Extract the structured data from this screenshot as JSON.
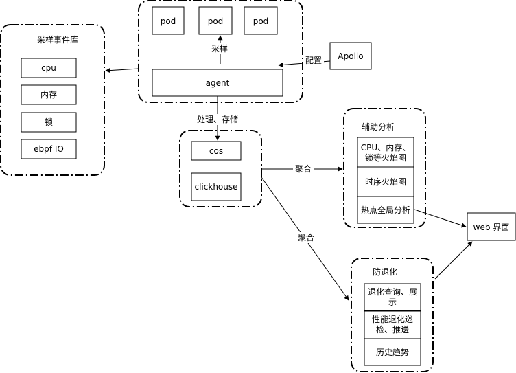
{
  "groups": {
    "sampling_library": {
      "title": "采样事件库",
      "items": [
        "cpu",
        "内存",
        "锁",
        "ebpf IO"
      ]
    },
    "cluster": {
      "pods": [
        "pod",
        "pod",
        "pod"
      ],
      "agent": "agent"
    },
    "storage": {
      "items": [
        "cos",
        "clickhouse"
      ]
    },
    "aux_analysis": {
      "title": "辅助分析",
      "items": [
        [
          "CPU、内存、",
          "锁等火焰图"
        ],
        [
          "时序火焰图"
        ],
        [
          "热点全局分析"
        ]
      ]
    },
    "anti_regression": {
      "title": "防退化",
      "items": [
        [
          "退化查询、展",
          "示"
        ],
        [
          "性能退化巡",
          "检、推送"
        ],
        [
          "历史趋势"
        ]
      ]
    }
  },
  "nodes": {
    "apollo": "Apollo",
    "web_ui": "web 界面"
  },
  "edges": {
    "sample": "采样",
    "config": "配置",
    "process_store": "处理、存储",
    "aggregate_top": "聚合",
    "aggregate_bottom": "聚合"
  }
}
